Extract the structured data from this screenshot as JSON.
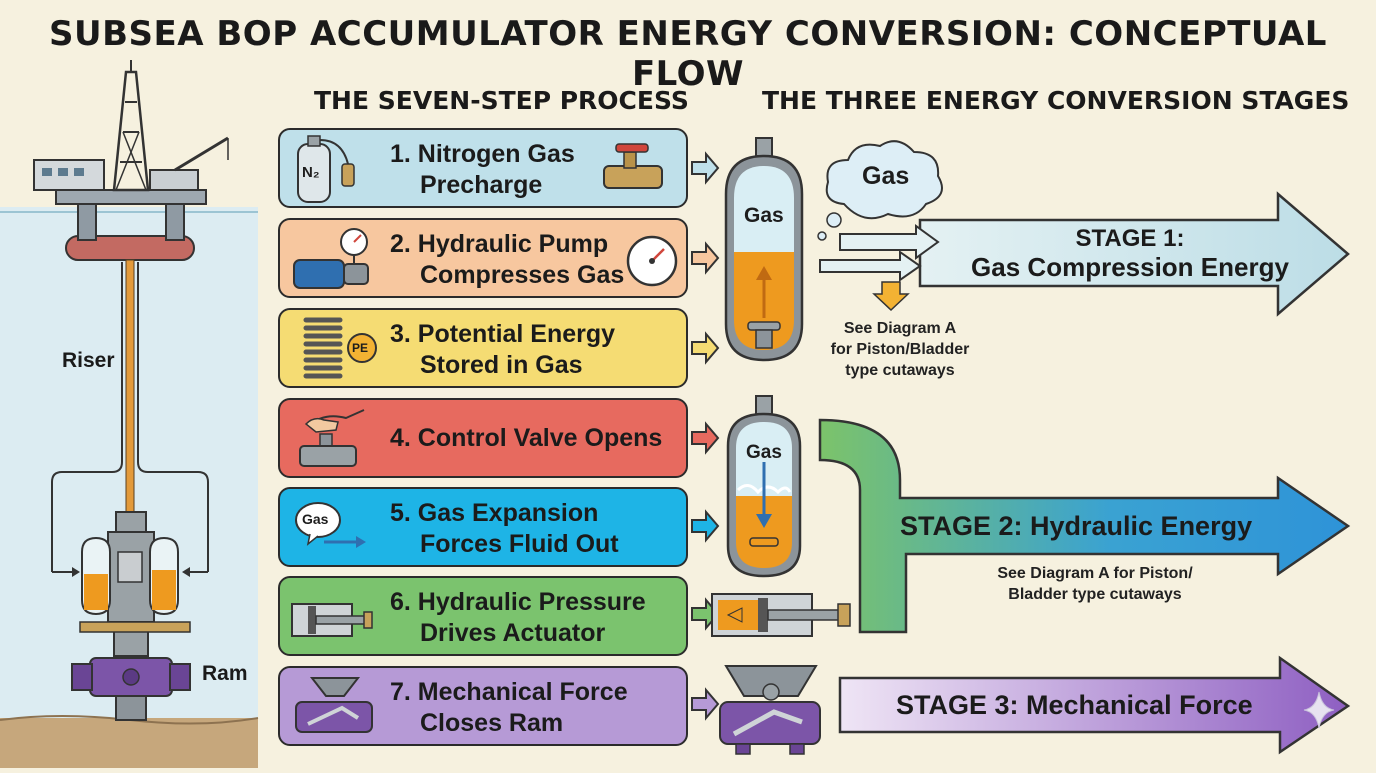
{
  "title": "SUBSEA BOP ACCUMULATOR ENERGY CONVERSION: CONCEPTUAL FLOW",
  "headers": {
    "process": "THE SEVEN-STEP PROCESS",
    "stages": "THE THREE ENERGY CONVERSION STAGES"
  },
  "left_panel": {
    "riser_label": "Riser",
    "ram_label": "Ram"
  },
  "steps": [
    {
      "line1": "1. Nitrogen Gas",
      "line2": "Precharge",
      "icon_label": "N₂",
      "color": "#bfe0ea"
    },
    {
      "line1": "2. Hydraulic Pump",
      "line2": "Compresses Gas",
      "color": "#f7c79f"
    },
    {
      "line1": "3. Potential Energy",
      "line2": "Stored in Gas",
      "icon_label": "PE",
      "color": "#f5dc73"
    },
    {
      "line1": "4. Control Valve Opens",
      "line2": "",
      "color": "#e76a5f"
    },
    {
      "line1": "5. Gas Expansion",
      "line2": "Forces Fluid Out",
      "icon_label": "Gas",
      "color": "#1eb4e6"
    },
    {
      "line1": "6. Hydraulic Pressure",
      "line2": "Drives Actuator",
      "color": "#7bc36e"
    },
    {
      "line1": "7. Mechanical Force",
      "line2": "Closes Ram",
      "color": "#b69ad6"
    }
  ],
  "accumulators": {
    "top_label": "Gas",
    "bottom_label": "Gas",
    "cloud_label": "Gas"
  },
  "stages": [
    {
      "line1": "STAGE 1:",
      "line2": "Gas Compression Energy",
      "color": "#cfe6ea"
    },
    {
      "line1": "STAGE 2: Hydraulic Energy",
      "color": "#36a3de"
    },
    {
      "line1": "STAGE 3: Mechanical Force",
      "color": "#9e71c7"
    }
  ],
  "notes": {
    "stage1_line1": "See Diagram A",
    "stage1_line2": "for Piston/Bladder",
    "stage1_line3": "type cutaways",
    "stage2_line1": "See Diagram A for Piston/",
    "stage2_line2": "Bladder type cutaways"
  }
}
